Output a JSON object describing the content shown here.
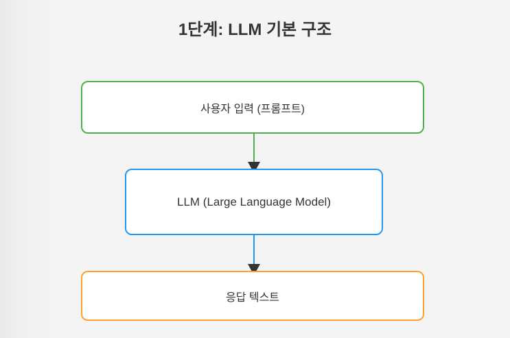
{
  "title": "1단계: LLM 기본 구조",
  "diagram": {
    "type": "flowchart-top-down",
    "nodes": [
      {
        "id": "user-input",
        "label": "사용자 입력 (프롬프트)",
        "border_color": "#4caf50",
        "fill": "#ffffff"
      },
      {
        "id": "llm",
        "label": "LLM (Large Language Model)",
        "border_color": "#2196f3",
        "fill": "#ffffff"
      },
      {
        "id": "response",
        "label": "응답 텍스트",
        "border_color": "#ffa028",
        "fill": "#ffffff"
      }
    ],
    "edges": [
      {
        "from": "user-input",
        "to": "llm",
        "line_color": "#4caf50",
        "arrowhead_color": "#333333"
      },
      {
        "from": "llm",
        "to": "response",
        "line_color": "#2196f3",
        "arrowhead_color": "#333333"
      }
    ]
  },
  "colors": {
    "background": "#f4f4f4",
    "text": "#333333",
    "green": "#4caf50",
    "blue": "#2196f3",
    "orange": "#ffa028",
    "arrowhead": "#333333"
  }
}
